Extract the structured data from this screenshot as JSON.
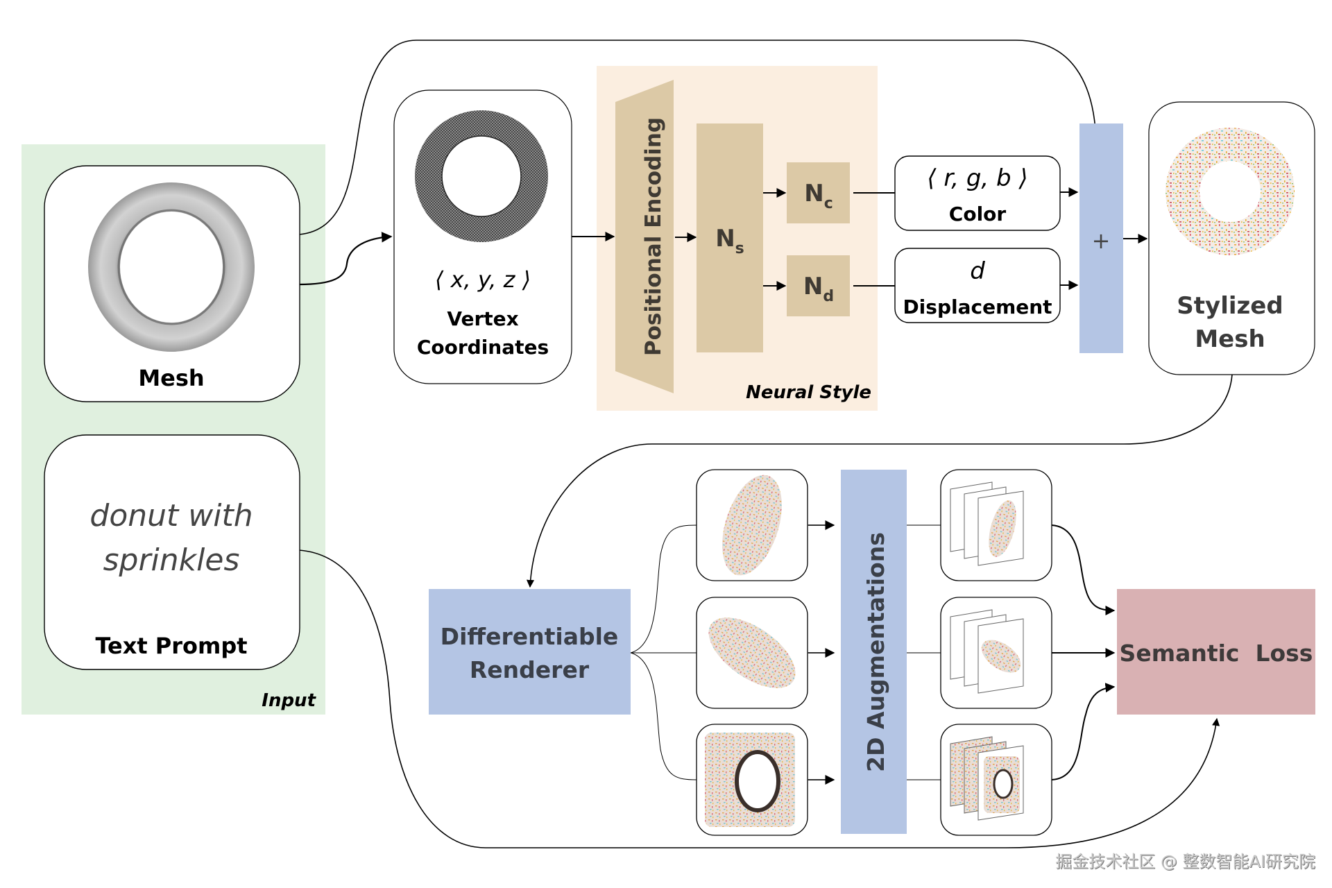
{
  "colors": {
    "input_panel": "#e0f0df",
    "neural_panel": "#fbeee0",
    "neural_block": "#dcc9a6",
    "blue_block": "#b4c5e4",
    "loss_block": "#d9b1b3",
    "line": "#000000",
    "dark_text": "#3a3a3a"
  },
  "input": {
    "panel_label": "Input",
    "mesh_label": "Mesh",
    "prompt_text_line1": "donut with",
    "prompt_text_line2": "sprinkles",
    "prompt_label": "Text Prompt"
  },
  "vertex": {
    "math": "⟨ x, y, z ⟩",
    "label_line1": "Vertex",
    "label_line2": "Coordinates"
  },
  "neural_style": {
    "panel_label": "Neural Style",
    "positional_encoding": "Positional Encoding",
    "ns": {
      "base": "N",
      "sub": "s"
    },
    "nc": {
      "base": "N",
      "sub": "c"
    },
    "nd": {
      "base": "N",
      "sub": "d"
    }
  },
  "outputs": {
    "color_math": "⟨ r, g, b ⟩",
    "color_label": "Color",
    "disp_math": "d",
    "disp_label": "Displacement",
    "plus": "+"
  },
  "stylized": {
    "label_line1": "Stylized",
    "label_line2": "Mesh"
  },
  "renderer": {
    "label_line1": "Differentiable",
    "label_line2": "Renderer"
  },
  "augment": {
    "label": "2D Augmentations"
  },
  "loss": {
    "label": "Semantic  Loss"
  },
  "watermark": "掘金技术社区 @ 整数智能AI研究院"
}
